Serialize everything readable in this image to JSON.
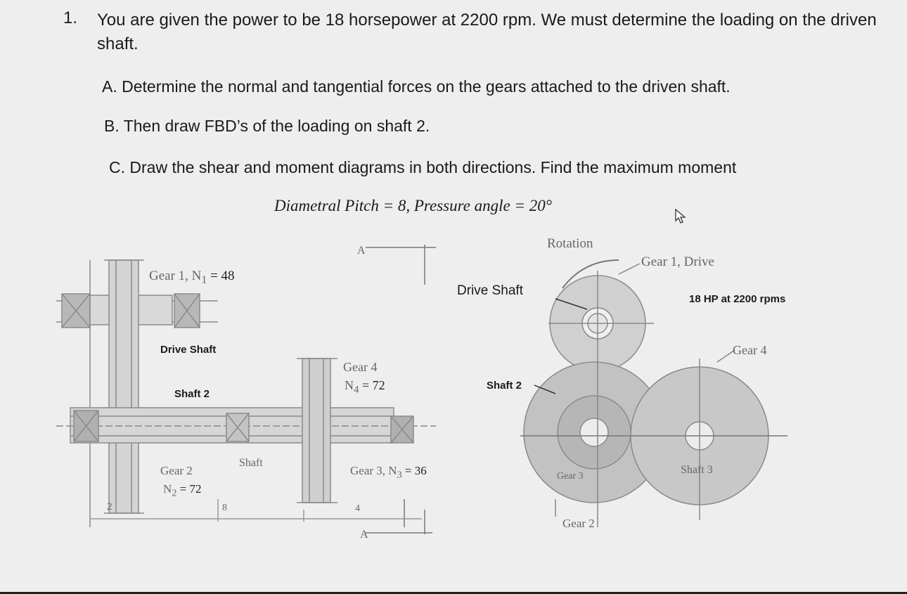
{
  "problem": {
    "number": "1.",
    "statement": "You are given the power to be 18 horsepower at 2200 rpm. We must determine the loading on the driven shaft.",
    "part_a": "A. Determine the normal and tangential forces on the gears attached to the driven shaft.",
    "part_b": "B. Then draw FBD’s of the loading on shaft 2.",
    "part_c": "C. Draw the shear and moment diagrams in both directions. Find the maximum moment",
    "formula": "Diametral Pitch = 8, Pressure angle = 20°"
  },
  "side_view": {
    "gear1": "Gear 1, N",
    "gear1_sub": "1",
    "gear1_val": " = 48",
    "drive_shaft": "Drive Shaft",
    "shaft2": "Shaft 2",
    "shaft": "Shaft",
    "gear2": "Gear 2",
    "gear2_n": "N",
    "gear2_sub": "2",
    "gear2_val": " = 72",
    "gear4": "Gear 4",
    "gear4_n": "N",
    "gear4_sub": "4",
    "gear4_val": " = 72",
    "gear3": "Gear 3, N",
    "gear3_sub": "3",
    "gear3_val": " = 36",
    "section_top": "A",
    "section_bottom": "A",
    "dim_2": "2",
    "dim_8": "8",
    "dim_4": "4"
  },
  "front_view": {
    "rotation": "Rotation",
    "gear1_drive": "Gear 1, Drive",
    "drive_shaft": "Drive Shaft",
    "power": "18 HP at 2200 rpms",
    "gear4": "Gear 4",
    "shaft2": "Shaft 2",
    "gear3": "Gear 3",
    "shaft3": "Shaft 3",
    "gear2": "Gear 2"
  }
}
